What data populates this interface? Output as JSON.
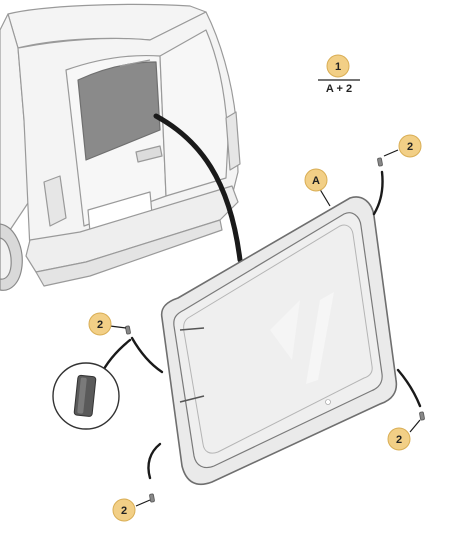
{
  "colors": {
    "callout_fill": "#f2cf86",
    "callout_stroke": "#d9ae55",
    "line": "#1a1a1a",
    "van_stroke": "#9a9a9a",
    "van_fill": "#f4f4f4",
    "glass_fill": "#eaeaea",
    "glass_stroke": "#6f6f6f",
    "rear_window": "#8a8a8a"
  },
  "formula": {
    "numerator": "1",
    "denominator": "A + 2"
  },
  "callouts": {
    "part_glass": "A",
    "clip_right_top": "2",
    "clip_left_mid": "2",
    "clip_right_bottom": "2",
    "clip_left_bottom": "2"
  },
  "icons": {
    "van": "van-rear-icon",
    "glass": "side-glass-panel-icon",
    "clip": "clip-icon",
    "detail": "clip-detail-inset-icon"
  }
}
